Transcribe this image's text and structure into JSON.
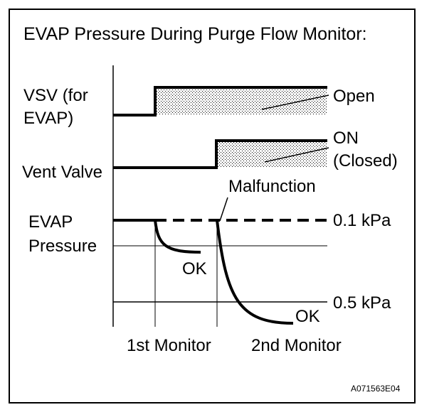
{
  "diagram": {
    "title": "EVAP Pressure During Purge Flow Monitor:",
    "signals": [
      {
        "label_line1": "VSV (for",
        "label_line2": "EVAP)",
        "state_label": "Open"
      },
      {
        "label_line1": "Vent Valve",
        "state_label_line1": "ON",
        "state_label_line2": "(Closed)"
      },
      {
        "label_line1": "EVAP",
        "label_line2": "Pressure"
      }
    ],
    "pressure_levels": [
      "0.1 kPa",
      "0.5 kPa"
    ],
    "curve_labels": {
      "malfunction": "Malfunction",
      "ok_first": "OK",
      "ok_second": "OK"
    },
    "monitors": [
      "1st Monitor",
      "2nd Monitor"
    ],
    "figure_code": "A071563E04"
  }
}
